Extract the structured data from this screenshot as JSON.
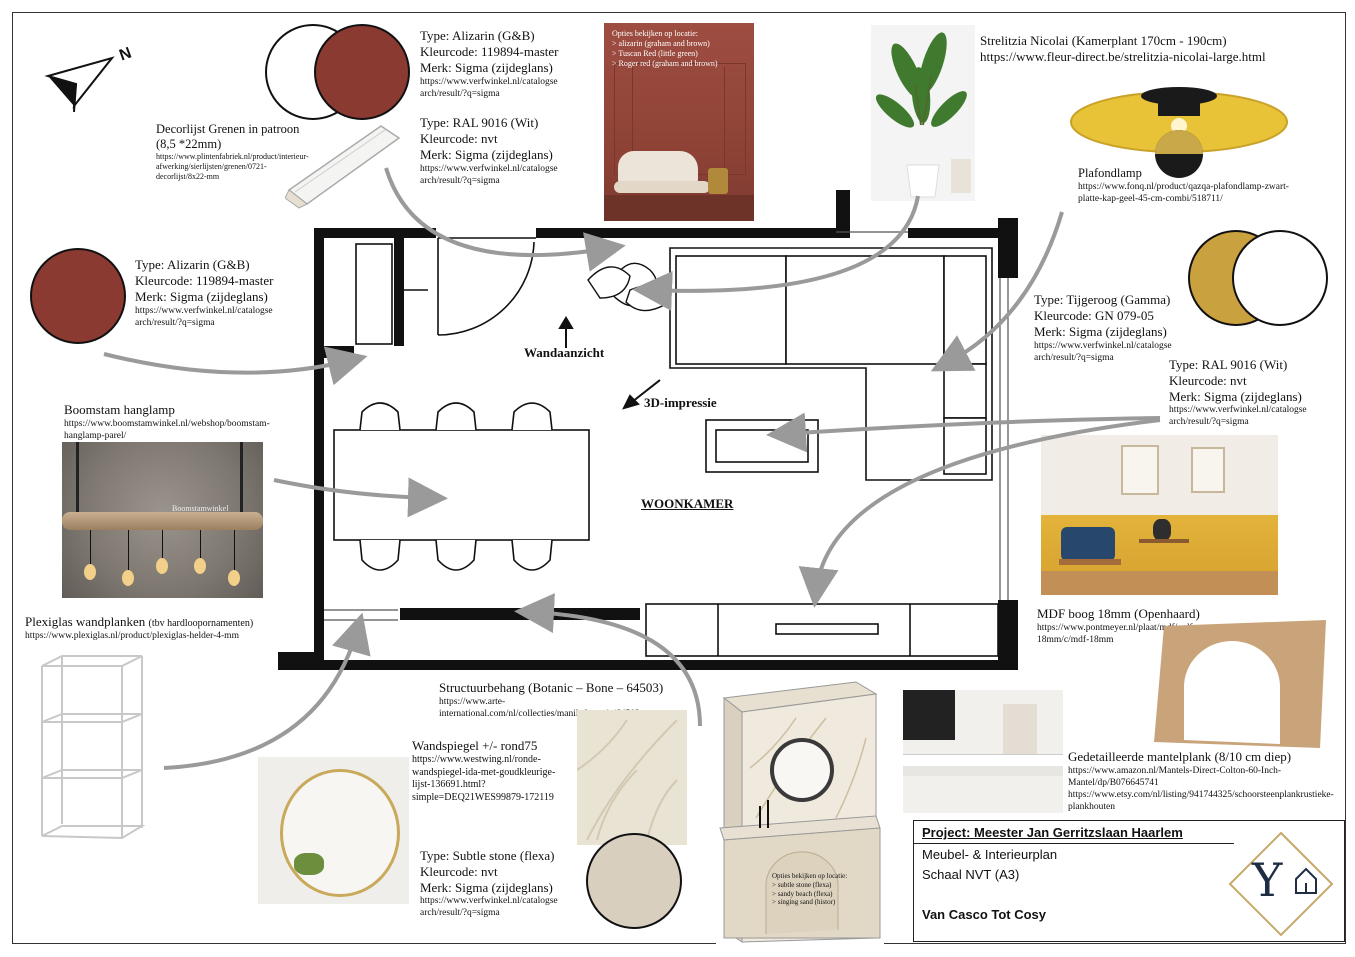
{
  "colors": {
    "alizarin": "#8b3a32",
    "tijgeroog": "#c9a13f",
    "ral9016": "#ffffff",
    "subtle_stone": "#d9cfbf",
    "arrow": "#9a9a9a",
    "wall": "#111111",
    "logo": "#1f2d44",
    "logo_gold": "#c7a86a"
  },
  "north_arrow": {
    "label": "N",
    "icon": "north-arrow-icon"
  },
  "paint_top": {
    "type1": "Type: Alizarin (G&B)",
    "code1": "Kleurcode: 119894-master",
    "brand1": "Merk: Sigma (zijdeglans)",
    "url1": "https://www.verfwinkel.nl/catalogse arch/result/?q=sigma",
    "type2": "Type: RAL 9016 (Wit)",
    "code2": "Kleurcode: nvt",
    "brand2": "Merk: Sigma (zijdeglans)",
    "url2": "https://www.verfwinkel.nl/catalogse arch/result/?q=sigma"
  },
  "room_photo_note": "Opties bekijken op locatie:\n> alizarin (graham and brown)\n> Tuscan Red (little green)\n> Roger red (graham and brown)",
  "decorlijst": {
    "title": "Decorlijst Grenen in patroon (8,5 *22mm)",
    "url": "https://www.plintenfabriek.nl/product/interieur-afwerking/sierlijsten/grenen/0721-decorlijst/8x22-mm"
  },
  "paint_left": {
    "type": "Type: Alizarin (G&B)",
    "code": "Kleurcode: 119894-master",
    "brand": "Merk: Sigma (zijdeglans)",
    "url": "https://www.verfwinkel.nl/catalogse arch/result/?q=sigma"
  },
  "boomstam": {
    "title": "Boomstam hanglamp",
    "url": "https://www.boomstamwinkel.nl/webshop/boomstam-hanglamp-parel/",
    "photo_text": "Boomstamwinkel"
  },
  "plexiglas": {
    "title": "Plexiglas wandplanken",
    "note": "(tbv hardloopornamenten)",
    "url": "https://www.plexiglas.nl/product/plexiglas-helder-4-mm"
  },
  "strelitzia": {
    "title": "Strelitzia Nicolai (Kamerplant 170cm - 190cm)",
    "url": "https://www.fleur-direct.be/strelitzia-nicolai-large.html"
  },
  "plafondlamp": {
    "title": "Plafondlamp",
    "url": "https://www.fonq.nl/product/qazqa-plafondlamp-zwart-platte-kap-geel-45-cm-combi/518711/"
  },
  "paint_right1": {
    "type": "Type: Tijgeroog (Gamma)",
    "code": "Kleurcode: GN 079-05",
    "brand": "Merk: Sigma (zijdeglans)",
    "url": "https://www.verfwinkel.nl/catalogse arch/result/?q=sigma"
  },
  "paint_right2": {
    "type": "Type: RAL 9016 (Wit)",
    "code": "Kleurcode: nvt",
    "brand": "Merk: Sigma (zijdeglans)",
    "url": "https://www.verfwinkel.nl/catalogse arch/result/?q=sigma"
  },
  "mdf": {
    "title": "MDF boog 18mm (Openhaard)",
    "url": "https://www.pontmeyer.nl/plaat/mdf/mdf-18mm/c/mdf-18mm"
  },
  "mantel": {
    "title": "Gedetailleerde mantelplank (8/10 cm diep)",
    "url1": "https://www.amazon.nl/Mantels-Direct-Colton-60-Inch-Mantel/dp/B076645741",
    "url2": "https://www.etsy.com/nl/listing/941744325/schoorsteenplankrustieke-plankhouten"
  },
  "structuur": {
    "title": "Structuurbehang (Botanic – Bone – 64503)",
    "url": "https://www.arte-international.com/nl/collecties/manila/botanic/64503"
  },
  "spiegel": {
    "title": "Wandspiegel +/- rond75",
    "url": "https://www.westwing.nl/ronde-wandspiegel-ida-met-goudkleurige-lijst-136691.html?simple=DEQ21WES99879-172119"
  },
  "paint_bottom": {
    "type": "Type: Subtle stone (flexa)",
    "code": "Kleurcode: nvt",
    "brand": "Merk: Sigma (zijdeglans)",
    "url": "https://www.verfwinkel.nl/catalogse arch/result/?q=sigma"
  },
  "wall_note": "Opties bekijken op locatie:\n> subtle stone (flexa)\n> sandy beach (flexa)\n> singing sand (histor)",
  "plan": {
    "room_label": "WOONKAMER",
    "wandaanzicht": "Wandaanzicht",
    "impressie": "3D-impressie"
  },
  "title_block": {
    "project": "Project: Meester Jan Gerritzslaan Haarlem",
    "line1": "Meubel- & Interieurplan",
    "line2": "Schaal NVT (A3)",
    "line3": "Van Casco Tot Cosy",
    "logo_text": "Y"
  }
}
